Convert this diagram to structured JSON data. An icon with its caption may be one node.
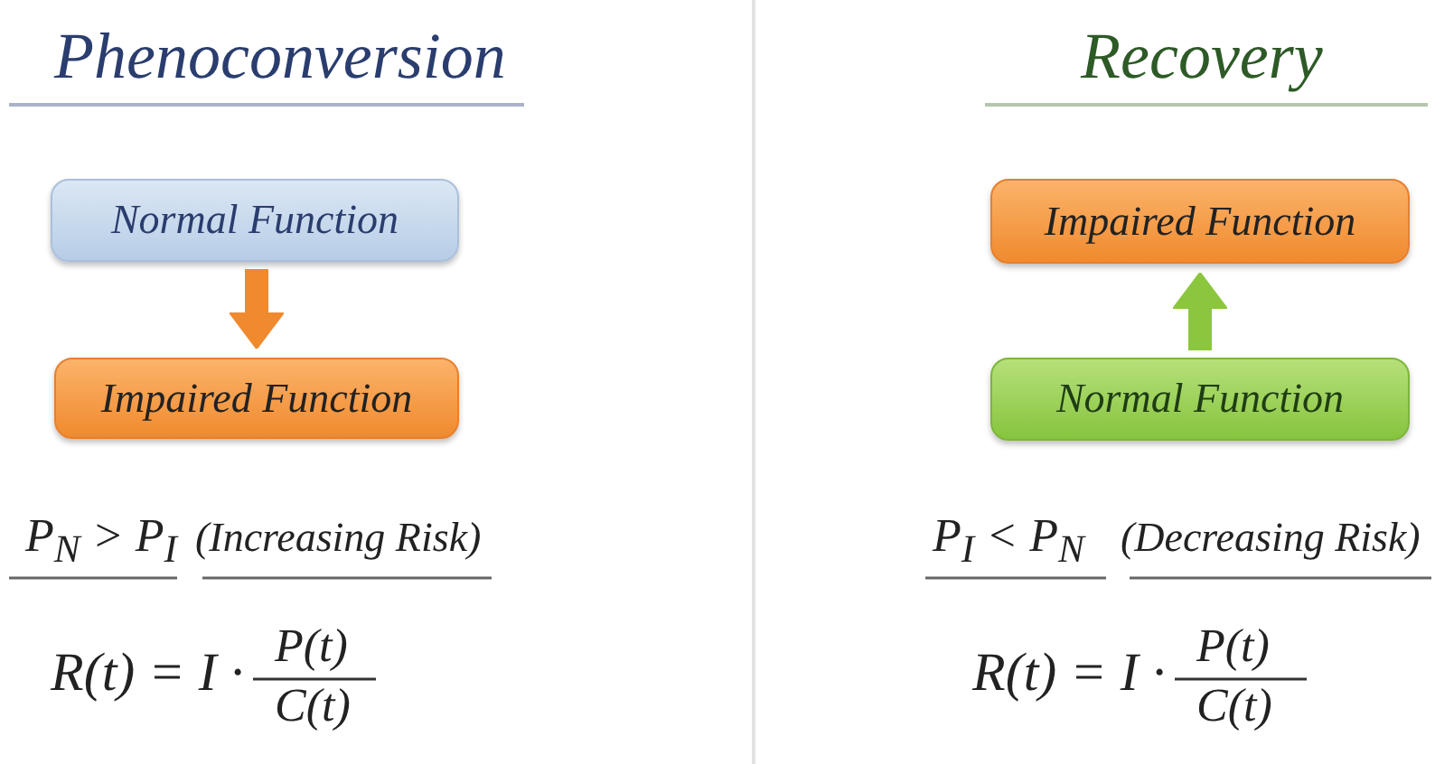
{
  "diagram": {
    "nodes": [
      {
        "text": [
          "Normal Function"
        ]
      },
      {
        "text": [
          "Impaired Function"
        ]
      },
      {
        "text": [
          "Impaired Function"
        ]
      },
      {
        "text": [
          "Normal Function"
        ]
      }
    ],
    "edges": [
      {
        "from": 0,
        "to": 1,
        "arrow": "to",
        "color": "#f08a2e"
      },
      {
        "from": 3,
        "to": 2,
        "arrow": "to",
        "color": "#8cc63f"
      }
    ],
    "labels": [
      "Phenoconversion",
      "Recovery",
      "P$_{N}$ > P$_{I}$",
      "(Increasing Risk)",
      "P$_{I}$ < P$_{N}$",
      "(Decreasing Risk)",
      "R(t) = I ·",
      "P(t)",
      "C(t)",
      "R(t) = I ·",
      "P(t)",
      "C(t)"
    ]
  }
}
